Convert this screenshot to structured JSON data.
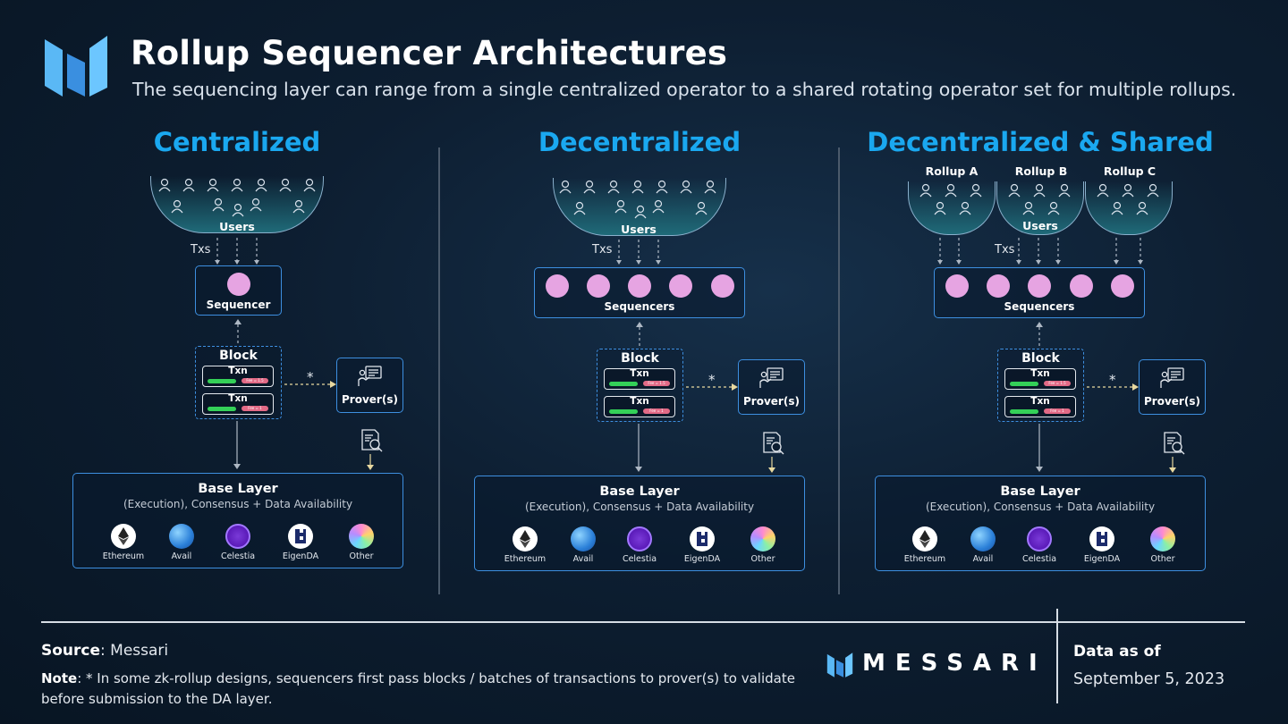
{
  "header": {
    "title": "Rollup Sequencer Architectures",
    "subtitle": "The sequencing layer can range from a single centralized operator to a shared rotating operator set for multiple rollups."
  },
  "columns": [
    {
      "title": "Centralized",
      "users_label": "Users",
      "txs_label": "Txs",
      "sequencer_label": "Sequencer",
      "block_label": "Block",
      "txns": [
        {
          "label": "Txn",
          "fee": "Fee = 1.5"
        },
        {
          "label": "Txn",
          "fee": "Fee = 1"
        }
      ],
      "star": "*",
      "prover_label": "Prover(s)",
      "base_title": "Base Layer",
      "base_sub": "(Execution), Consensus + Data Availability",
      "chains": [
        "Ethereum",
        "Avail",
        "Celestia",
        "EigenDA",
        "Other"
      ]
    },
    {
      "title": "Decentralized",
      "users_label": "Users",
      "txs_label": "Txs",
      "sequencer_label": "Sequencers",
      "block_label": "Block",
      "txns": [
        {
          "label": "Txn",
          "fee": "Fee = 1.5"
        },
        {
          "label": "Txn",
          "fee": "Fee = 1"
        }
      ],
      "star": "*",
      "prover_label": "Prover(s)",
      "base_title": "Base Layer",
      "base_sub": "(Execution), Consensus + Data Availability",
      "chains": [
        "Ethereum",
        "Avail",
        "Celestia",
        "EigenDA",
        "Other"
      ]
    },
    {
      "title": "Decentralized & Shared",
      "rollups": [
        "Rollup A",
        "Rollup B",
        "Rollup C"
      ],
      "users_label": "Users",
      "txs_label": "Txs",
      "sequencer_label": "Sequencers",
      "block_label": "Block",
      "txns": [
        {
          "label": "Txn",
          "fee": "Fee = 1.5"
        },
        {
          "label": "Txn",
          "fee": "Fee = 1"
        }
      ],
      "star": "*",
      "prover_label": "Prover(s)",
      "base_title": "Base Layer",
      "base_sub": "(Execution), Consensus + Data Availability",
      "chains": [
        "Ethereum",
        "Avail",
        "Celestia",
        "EigenDA",
        "Other"
      ]
    }
  ],
  "icons": {
    "logo": "messari-logo",
    "user": "users-icon",
    "prover": "certificate-presenter-icon",
    "verify": "document-search-icon",
    "chains": [
      "ethereum-icon",
      "avail-icon",
      "celestia-icon",
      "eigenda-icon",
      "other-icon"
    ]
  },
  "colors": {
    "accent_blue": "#1aa8f0",
    "box_border": "#3d8fe0",
    "sequencer_dot": "#e6a4e2",
    "txn_green": "#34d058",
    "fee_red": "#e26a86"
  },
  "footer": {
    "source_label": "Source",
    "source_value": ": Messari",
    "note_label": "Note",
    "note_value": ": * In some zk-rollup designs, sequencers first pass blocks / batches of transactions to prover(s) to validate before submission to the DA layer.",
    "brand": "MESSARI",
    "data_as_of_label": "Data as of",
    "data_as_of_date": "September 5, 2023"
  }
}
